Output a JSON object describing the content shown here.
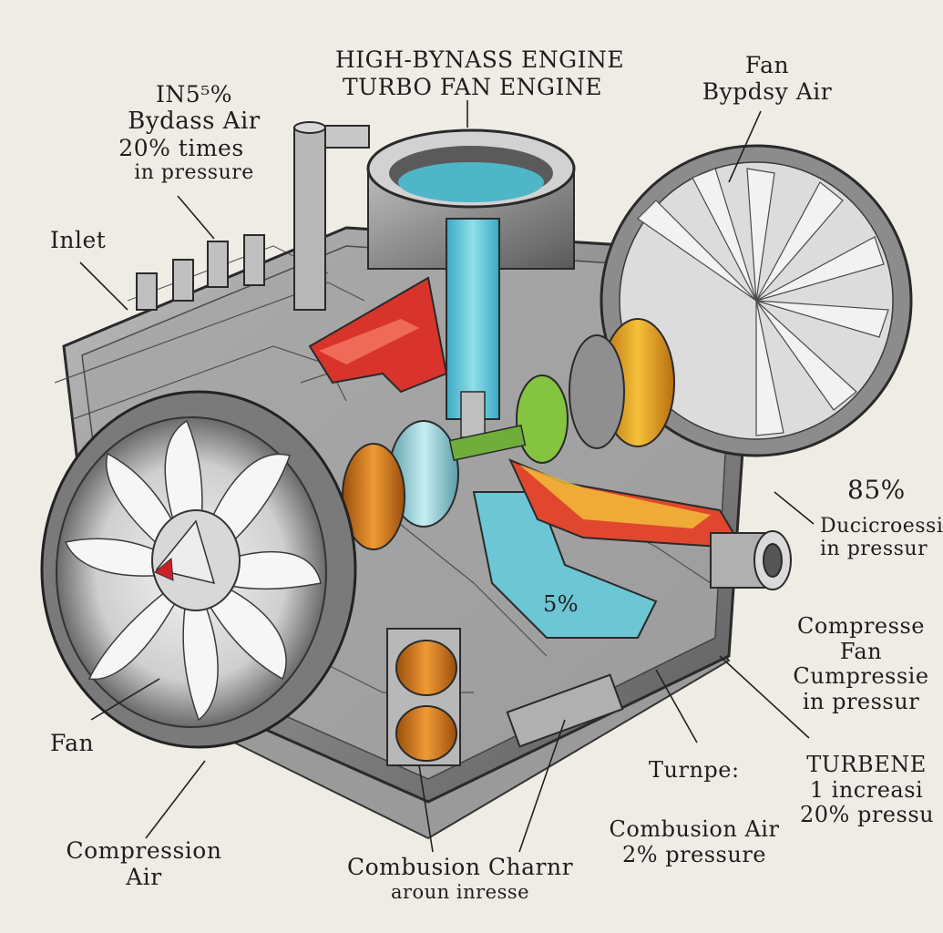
{
  "title": {
    "line1": "HIGH-BYNASS ENGINE",
    "line2": "TURBO  FAN ENGINE"
  },
  "labels": {
    "top_left": [
      "IN5⁵%",
      "Bydass Air",
      "20% times",
      "in pressure"
    ],
    "inlet": "Inlet",
    "fan_right": [
      "Fan",
      "Bypdsy Air"
    ],
    "ratio_85": "85%",
    "ducicroess": [
      "Ducicroessi",
      "in pressur"
    ],
    "compress_fan": [
      "Compresse",
      "Fan",
      "Cumpressie",
      "in pressur"
    ],
    "turbene": [
      "TURBENE",
      "1 increasi",
      "20% pressu"
    ],
    "fan_left": "Fan",
    "compression_air": [
      "Compression",
      "Air"
    ],
    "turnper": "Turnpe:",
    "combusion_air": [
      "Combusion Air",
      "2% pressure"
    ],
    "combustion_chamber": [
      "Combusion Charnr",
      "aroun  inresse"
    ],
    "five_pct": "5%"
  },
  "colors": {
    "background": "#efece6",
    "metal": "#8f8f8f",
    "red_duct": "#d8342c",
    "blue_duct": "#56c3d8",
    "yellow_ring": "#e8a21e",
    "green_ring": "#84c441",
    "orange_ring": "#d87b1c",
    "cone_tip": "#cc1f2a"
  },
  "icons": [
    "fan-icon",
    "engine-cutaway"
  ]
}
